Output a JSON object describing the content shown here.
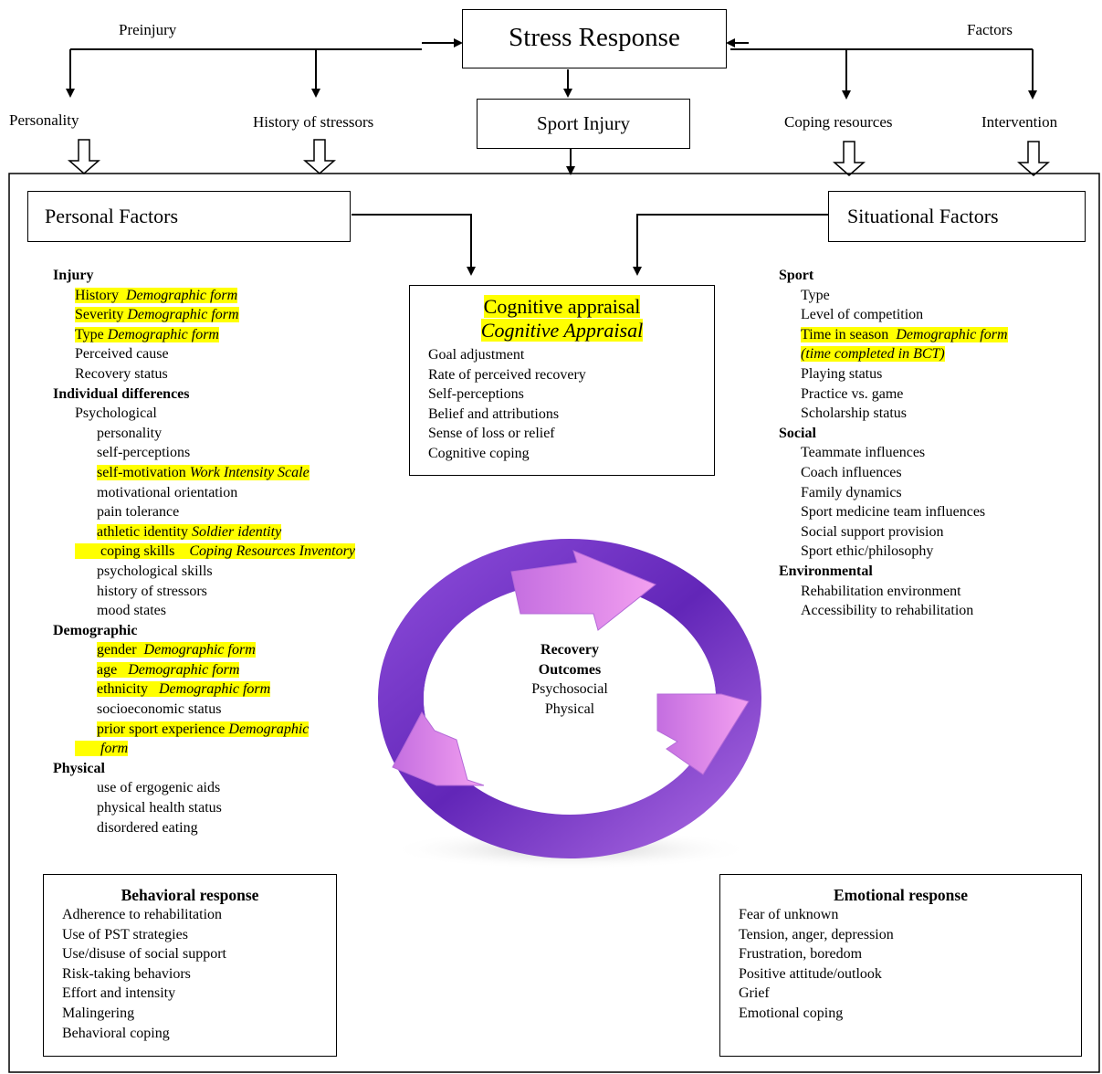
{
  "header": {
    "stress_response": "Stress Response",
    "preinjury": "Preinjury",
    "factors": "Factors",
    "personality": "Personality",
    "history_of_stressors": "History of stressors",
    "sport_injury": "Sport Injury",
    "coping_resources": "Coping resources",
    "intervention": "Intervention"
  },
  "personal_factors": {
    "title": "Personal Factors",
    "injury_heading": "Injury",
    "injury": {
      "history": "History",
      "history_form": "Demographic form",
      "severity": "Severity",
      "severity_form": "Demographic form",
      "type": "Type",
      "type_form": "Demographic form",
      "perceived_cause": "Perceived cause",
      "recovery_status": "Recovery status"
    },
    "individual_heading": "Individual differences",
    "psychological": "Psychological",
    "psych": {
      "personality": "personality",
      "self_perceptions": "self-perceptions",
      "self_motivation": "self-motivation",
      "self_motivation_form": "Work Intensity Scale",
      "motivational_orientation": "motivational orientation",
      "pain_tolerance": "pain tolerance",
      "athletic_identity": "athletic identity",
      "athletic_identity_form": "Soldier identity",
      "coping_skills": "coping skills",
      "coping_skills_form": "Coping Resources Inventory",
      "psychological_skills": "psychological skills",
      "history_of_stressors": "history of stressors",
      "mood_states": "mood states"
    },
    "demographic_heading": "Demographic",
    "demo": {
      "gender": "gender",
      "gender_form": "Demographic form",
      "age": "age",
      "age_form": "Demographic form",
      "ethnicity": "ethnicity",
      "ethnicity_form": "Demographic form",
      "ses": "socioeconomic status",
      "prior": "prior sport experience",
      "prior_form_1": "Demographic",
      "prior_form_2": "form"
    },
    "physical_heading": "Physical",
    "physical": {
      "ergogenic": "use of ergogenic aids",
      "health": "physical health status",
      "eating": "disordered eating"
    }
  },
  "situational_factors": {
    "title": "Situational Factors",
    "sport_heading": "Sport",
    "sport": {
      "type": "Type",
      "level": "Level of competition",
      "time_in_season": "Time in season",
      "time_form_1": "Demographic form",
      "time_form_2": "(time completed in BCT)",
      "playing_status": "Playing status",
      "practice_vs_game": "Practice vs. game",
      "scholarship": "Scholarship status"
    },
    "social_heading": "Social",
    "social": {
      "teammate": "Teammate influences",
      "coach": "Coach influences",
      "family": "Family dynamics",
      "medicine": "Sport medicine team influences",
      "support": "Social support provision",
      "ethic": "Sport ethic/philosophy"
    },
    "environmental_heading": "Environmental",
    "environmental": {
      "rehab_env": "Rehabilitation environment",
      "access": "Accessibility to rehabilitation"
    }
  },
  "cognitive": {
    "title": "Cognitive appraisal",
    "subtitle": "Cognitive Appraisal",
    "items": [
      "Goal adjustment",
      "Rate of perceived recovery",
      "Self-perceptions",
      "Belief and attributions",
      "Sense of loss or relief",
      "Cognitive coping"
    ]
  },
  "recovery": {
    "line1": "Recovery",
    "line2": "Outcomes",
    "line3": "Psychosocial",
    "line4": "Physical"
  },
  "behavioral": {
    "title": "Behavioral response",
    "items": [
      "Adherence to rehabilitation",
      "Use of PST strategies",
      "Use/disuse of social support",
      "Risk-taking behaviors",
      "Effort and intensity",
      "Malingering",
      "Behavioral coping"
    ]
  },
  "emotional": {
    "title": "Emotional response",
    "items": [
      "Fear of unknown",
      "Tension, anger, depression",
      "Frustration, boredom",
      "Positive attitude/outlook",
      "Grief",
      "Emotional coping"
    ]
  },
  "colors": {
    "highlight": "#ffff00",
    "cycle_dark": "#6a2fc0",
    "cycle_light": "#e98be8"
  }
}
